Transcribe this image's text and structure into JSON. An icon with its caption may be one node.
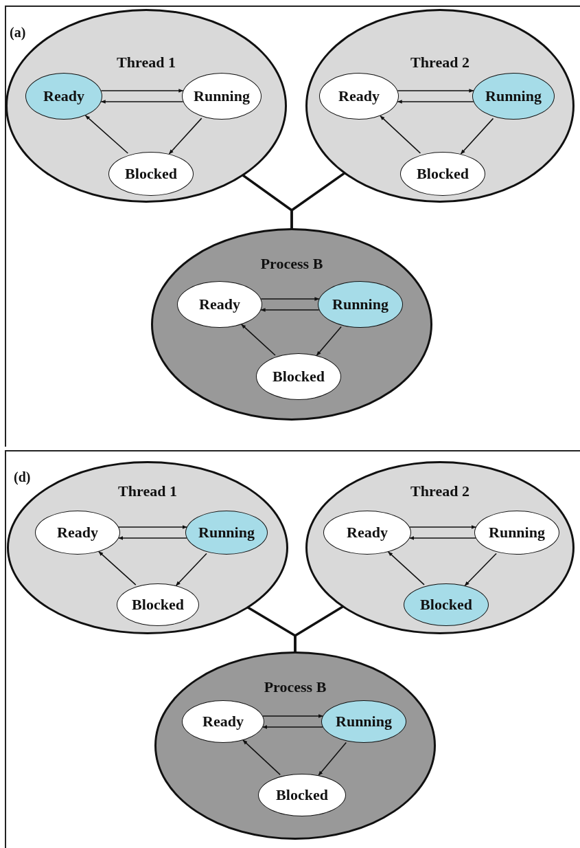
{
  "diagram": {
    "nodes": [
      {
        "text": [
          "Thread 1"
        ]
      },
      {
        "text": [
          "Ready"
        ],
        "in": 0
      },
      {
        "text": [
          "Running"
        ],
        "in": 0
      },
      {
        "text": [
          "Blocked"
        ],
        "in": 0
      },
      {
        "text": [
          "Thread 2"
        ]
      },
      {
        "text": [
          "Ready"
        ],
        "in": 4
      },
      {
        "text": [
          "Running"
        ],
        "in": 4
      },
      {
        "text": [
          "Blocked"
        ],
        "in": 4
      },
      {
        "text": [
          "Process B"
        ]
      },
      {
        "text": [
          "Ready"
        ],
        "in": 8
      },
      {
        "text": [
          "Running"
        ],
        "in": 8
      },
      {
        "text": [
          "Blocked"
        ],
        "in": 8
      },
      {
        "text": [
          "Thread 1"
        ]
      },
      {
        "text": [
          "Ready"
        ],
        "in": 12
      },
      {
        "text": [
          "Running"
        ],
        "in": 12
      },
      {
        "text": [
          "Blocked"
        ],
        "in": 12
      },
      {
        "text": [
          "Thread 2"
        ]
      },
      {
        "text": [
          "Ready"
        ],
        "in": 16
      },
      {
        "text": [
          "Running"
        ],
        "in": 16
      },
      {
        "text": [
          "Blocked"
        ],
        "in": 16
      },
      {
        "text": [
          "Process B"
        ]
      },
      {
        "text": [
          "Ready"
        ],
        "in": 20
      },
      {
        "text": [
          "Running"
        ],
        "in": 20
      },
      {
        "text": [
          "Blocked"
        ],
        "in": 20
      }
    ],
    "edges": [
      {
        "from": 1,
        "to": 2,
        "arrow": "to"
      },
      {
        "from": 2,
        "to": 1,
        "arrow": "to"
      },
      {
        "from": 2,
        "to": 3,
        "arrow": "to"
      },
      {
        "from": 3,
        "to": 1,
        "arrow": "to"
      },
      {
        "from": 5,
        "to": 6,
        "arrow": "to"
      },
      {
        "from": 6,
        "to": 5,
        "arrow": "to"
      },
      {
        "from": 6,
        "to": 7,
        "arrow": "to"
      },
      {
        "from": 7,
        "to": 5,
        "arrow": "to"
      },
      {
        "from": 9,
        "to": 10,
        "arrow": "to"
      },
      {
        "from": 10,
        "to": 9,
        "arrow": "to"
      },
      {
        "from": 10,
        "to": 11,
        "arrow": "to"
      },
      {
        "from": 11,
        "to": 9,
        "arrow": "to"
      },
      {
        "from": 0,
        "to": 8,
        "arrow": "none",
        "style": "thick"
      },
      {
        "from": 4,
        "to": 8,
        "arrow": "none",
        "style": "thick"
      },
      {
        "from": 13,
        "to": 14,
        "arrow": "to"
      },
      {
        "from": 14,
        "to": 13,
        "arrow": "to"
      },
      {
        "from": 14,
        "to": 15,
        "arrow": "to"
      },
      {
        "from": 15,
        "to": 13,
        "arrow": "to"
      },
      {
        "from": 17,
        "to": 18,
        "arrow": "to"
      },
      {
        "from": 18,
        "to": 17,
        "arrow": "to"
      },
      {
        "from": 18,
        "to": 19,
        "arrow": "to"
      },
      {
        "from": 19,
        "to": 17,
        "arrow": "to"
      },
      {
        "from": 21,
        "to": 22,
        "arrow": "to"
      },
      {
        "from": 22,
        "to": 21,
        "arrow": "to"
      },
      {
        "from": 22,
        "to": 23,
        "arrow": "to"
      },
      {
        "from": 23,
        "to": 21,
        "arrow": "to"
      },
      {
        "from": 12,
        "to": 20,
        "arrow": "none",
        "style": "thick"
      },
      {
        "from": 16,
        "to": 20,
        "arrow": "none",
        "style": "thick"
      }
    ],
    "labels": [
      "(a)",
      "(d)"
    ]
  }
}
